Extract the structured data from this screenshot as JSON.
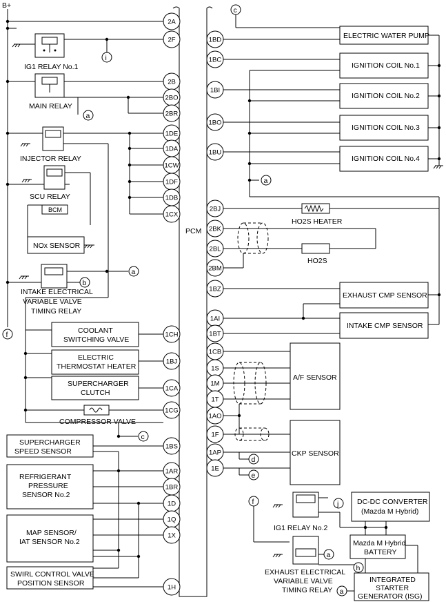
{
  "supply": {
    "label": "B+"
  },
  "pcm": {
    "label": "PCM"
  },
  "pins_left": [
    "2A",
    "2F",
    "2B",
    "2BO",
    "2BR",
    "1DE",
    "1DA",
    "1CW",
    "1DF",
    "1DB",
    "1CX",
    "1CH",
    "1BJ",
    "1CA",
    "1CG",
    "1BS",
    "1AR",
    "1BR",
    "1D",
    "1Q",
    "1X",
    "1H"
  ],
  "pins_right": [
    "1BD",
    "1BC",
    "1BI",
    "1BO",
    "1BU",
    "2BJ",
    "2BK",
    "2BL",
    "2BM",
    "1BZ",
    "1AI",
    "1BT",
    "1CB",
    "1S",
    "1M",
    "1T",
    "1AO",
    "1F",
    "1AP",
    "1E"
  ],
  "left_labels": {
    "ig1_relay": "IG1 RELAY No.1",
    "main_relay": "MAIN RELAY",
    "injector_relay": "INJECTOR RELAY",
    "scu_relay": "SCU RELAY",
    "bcm": "BCM",
    "nox_sensor": "NOx SENSOR",
    "intake_relay_1": "INTAKE ELECTRICAL",
    "intake_relay_2": "VARIABLE VALVE",
    "intake_relay_3": "TIMING RELAY",
    "coolant_1": "COOLANT",
    "coolant_2": "SWITCHING VALVE",
    "thermo_1": "ELECTRIC",
    "thermo_2": "THERMOSTAT HEATER",
    "sc_clutch_1": "SUPERCHARGER",
    "sc_clutch_2": "CLUTCH",
    "compressor_valve": "COMPRESSOR VALVE",
    "sc_speed_1": "SUPERCHARGER",
    "sc_speed_2": "SPEED SENSOR",
    "refrig_1": "REFRIGERANT",
    "refrig_2": "PRESSURE",
    "refrig_3": "SENSOR No.2",
    "map_1": "MAP SENSOR/",
    "map_2": "IAT SENSOR No.2",
    "swirl_1": "SWIRL CONTROL VALVE",
    "swirl_2": "POSITION SENSOR"
  },
  "right_labels": {
    "water_pump": "ELECTRIC WATER PUMP",
    "coil1": "IGNITION COIL No.1",
    "coil2": "IGNITION COIL No.2",
    "coil3": "IGNITION COIL No.3",
    "coil4": "IGNITION COIL No.4",
    "ho2s_heater": "HO2S HEATER",
    "ho2s": "HO2S",
    "exhaust_cmp": "EXHAUST CMP SENSOR",
    "intake_cmp": "INTAKE CMP SENSOR",
    "af_sensor": "A/F SENSOR",
    "ckp_sensor": "CKP SENSOR",
    "ig1_relay2": "IG1 RELAY No.2",
    "dcdc_1": "DC-DC CONVERTER",
    "dcdc_2": "(Mazda M Hybrid)",
    "battery_1": "Mazda M Hybrid",
    "battery_2": "BATTERY",
    "exh_relay_1": "EXHAUST ELECTRICAL",
    "exh_relay_2": "VARIABLE VALVE",
    "exh_relay_3": "TIMING RELAY",
    "isg_1": "INTEGRATED",
    "isg_2": "STARTER",
    "isg_3": "GENERATOR (ISG)"
  },
  "connectors": {
    "a": "a",
    "b": "b",
    "c": "c",
    "d": "d",
    "e": "e",
    "f": "f",
    "h": "h",
    "i": "i",
    "j": "j"
  }
}
